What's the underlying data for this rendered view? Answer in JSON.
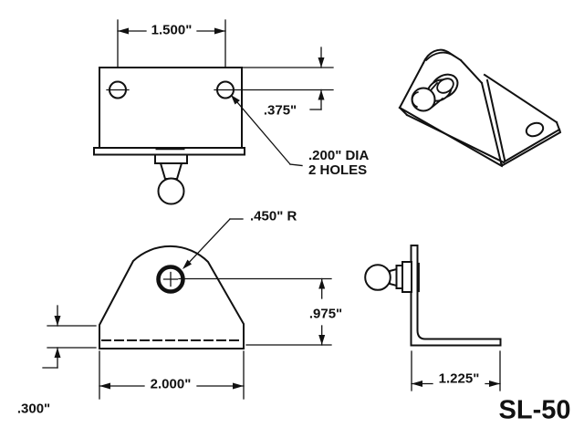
{
  "drawing": {
    "part_number": "SL-50",
    "dimensions": {
      "hole_spacing": "1.500\"",
      "hole_vertical_offset": ".375\"",
      "hole_note": ".200\" DIA\n2 HOLES",
      "lug_radius": ".450\" R",
      "hole_height": ".975\"",
      "base_width": "2.000\"",
      "flange_thickness": ".300\"",
      "base_depth": "1.225\""
    },
    "colors": {
      "ink": "#111111",
      "background": "#ffffff"
    }
  }
}
